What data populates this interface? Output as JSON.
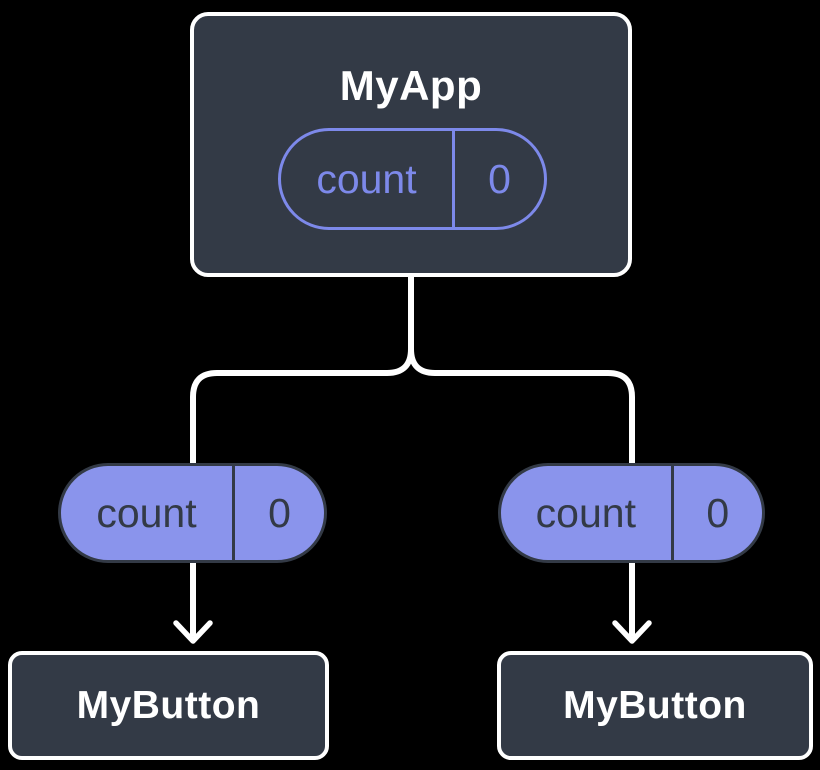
{
  "root": {
    "title": "MyApp",
    "state_pill": {
      "name": "count",
      "value": "0"
    }
  },
  "children": [
    {
      "title": "MyButton",
      "prop_pill": {
        "name": "count",
        "value": "0"
      }
    },
    {
      "title": "MyButton",
      "prop_pill": {
        "name": "count",
        "value": "0"
      }
    }
  ],
  "colors": {
    "background": "#000000",
    "box_fill": "#333A46",
    "box_border": "#FFFFFF",
    "pill_fill": "#8A94EC",
    "pill_stroke": "#7D89EA",
    "pill_dark": "#333A46",
    "connector": "#FFFFFF",
    "title_text": "#FFFFFF"
  }
}
